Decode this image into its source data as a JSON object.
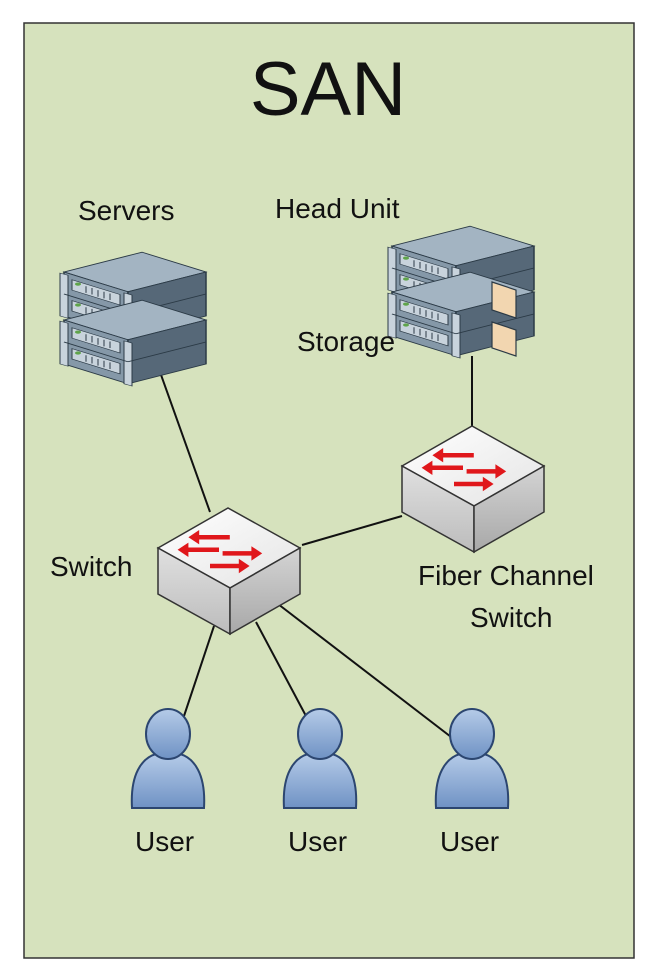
{
  "title": "SAN",
  "labels": {
    "servers": "Servers",
    "head_unit": "Head Unit",
    "storage": "Storage",
    "switch": "Switch",
    "fc_switch_line1": "Fiber Channel",
    "fc_switch_line2": "Switch",
    "user1": "User",
    "user2": "User",
    "user3": "User"
  },
  "colors": {
    "background": "#d6e2bd",
    "frame": "#333333",
    "rack": "#7f93a3",
    "switch_body": "#e6e6e6",
    "arrow": "#e0171b",
    "user": "#86a8d6"
  },
  "icons": {
    "servers": "server-rack-icon",
    "storage": "storage-head-unit-icon",
    "switch": "network-switch-icon",
    "fc_switch": "fiber-channel-switch-icon",
    "user": "user-icon"
  }
}
